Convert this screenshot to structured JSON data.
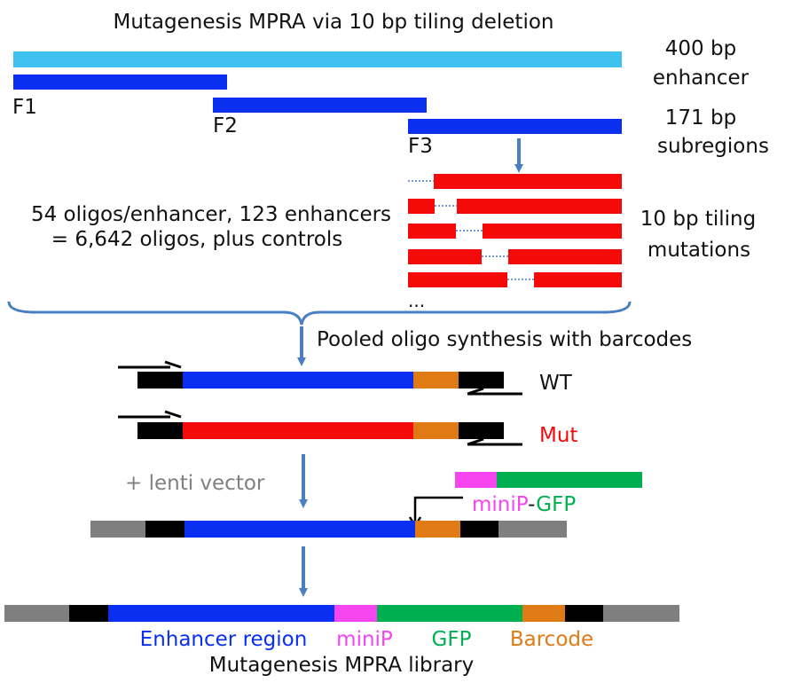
{
  "title": "Mutagenesis MPRA via 10 bp tiling deletion",
  "enhancer_label": [
    "400 bp",
    "enhancer"
  ],
  "subregion_label": [
    "171 bp",
    "subregions"
  ],
  "fragments": [
    "F1",
    "F2",
    "F3"
  ],
  "oligo_counts": {
    "line1": "54 oligos/enhancer, 123 enhancers",
    "line2": "= 6,642 oligos, plus controls"
  },
  "tiling_label": [
    "10 bp tiling",
    "mutations"
  ],
  "ellipsis": "...",
  "synthesis_label": "Pooled oligo synthesis with barcodes",
  "wt_label": "WT",
  "mut_label": "Mut",
  "lenti_label": "+ lenti vector",
  "minip_label": "miniP",
  "dash": "-",
  "gfp_label": "GFP",
  "legend": {
    "enhancer": "Enhancer region",
    "minip": "miniP",
    "gfp": "GFP",
    "barcode": "Barcode"
  },
  "library_label": "Mutagenesis MPRA library",
  "colors": {
    "enhancer_light": "#3fc1f0",
    "enhancer_blue": "#0a2ff0",
    "mutation_red": "#f50a0a",
    "barcode_orange": "#e07a14",
    "adapter_black": "#000000",
    "vector_gray": "#7f7f7f",
    "minip_pink": "#f545f0",
    "gfp_green": "#00b050",
    "arrow_steel": "#4a7fc1",
    "lenti_text_gray": "#808080"
  }
}
